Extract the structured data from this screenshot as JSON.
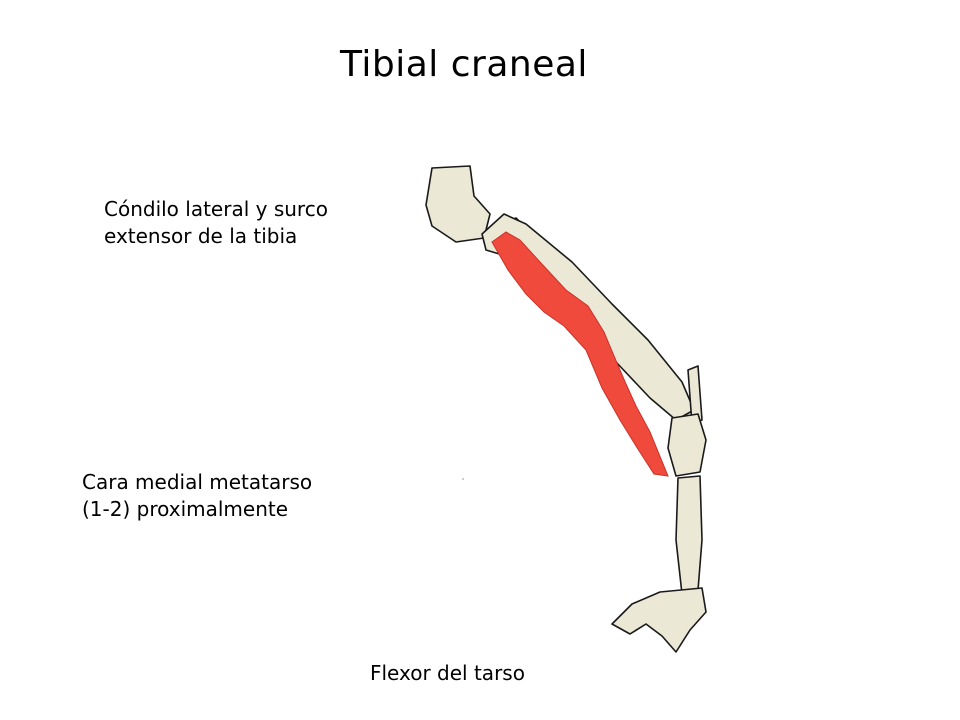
{
  "title": "Tibial craneal",
  "origin": {
    "line1": "Cóndilo lateral y surco",
    "line2": "extensor de la tibia"
  },
  "insertion": {
    "line1": "Cara medial metatarso",
    "line2": "(1-2) proximalmente"
  },
  "action": "Flexor del tarso",
  "colors": {
    "muscle": "#f04a3c",
    "bone_fill": "#ece8d6",
    "bone_outline": "#1a1a1a"
  }
}
